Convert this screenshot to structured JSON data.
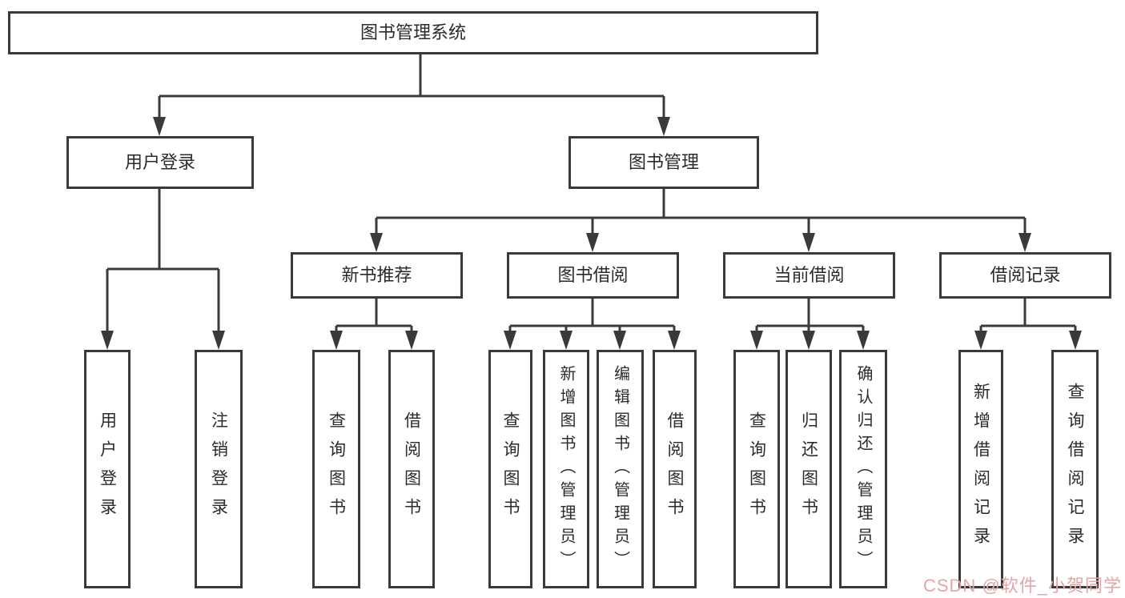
{
  "tree": {
    "label": "图书管理系统",
    "children": [
      {
        "label": "用户登录",
        "children": [
          {
            "label": "用户登录"
          },
          {
            "label": "注销登录"
          }
        ]
      },
      {
        "label": "图书管理",
        "children": [
          {
            "label": "新书推荐",
            "children": [
              {
                "label": "查询图书"
              },
              {
                "label": "借阅图书"
              }
            ]
          },
          {
            "label": "图书借阅",
            "children": [
              {
                "label": "查询图书"
              },
              {
                "label": "新增图书（管理员）"
              },
              {
                "label": "编辑图书（管理员）"
              },
              {
                "label": "借阅图书"
              }
            ]
          },
          {
            "label": "当前借阅",
            "children": [
              {
                "label": "查询图书"
              },
              {
                "label": "归还图书"
              },
              {
                "label": "确认归还（管理员）"
              }
            ]
          },
          {
            "label": "借阅记录",
            "children": [
              {
                "label": "新增借阅记录"
              },
              {
                "label": "查询借阅记录"
              }
            ]
          }
        ]
      }
    ]
  },
  "watermark": {
    "text": "CSDN @软件_小贺同学",
    "color": "#e2a6a6"
  },
  "colors": {
    "line": "#3a3a3a",
    "text": "#2b2b2b",
    "background": "#ffffff"
  }
}
